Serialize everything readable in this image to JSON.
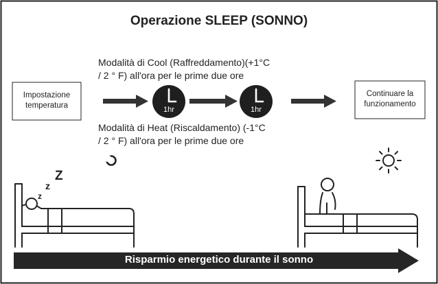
{
  "title": "Operazione SLEEP (SONNO)",
  "cool_text": {
    "line1": "Modalità di Cool (Raffreddamento)(+1°C",
    "line2": "/ 2 ° F) all'ora per le prime due ore"
  },
  "heat_text": {
    "line1": "Modalità di Heat (Riscaldamento) (-1°C",
    "line2": "/ 2 ° F) all'ora per le prime due ore"
  },
  "start_box": {
    "line1": "Impostazione",
    "line2": "temperatura"
  },
  "end_box": {
    "line1": "Continuare la",
    "line2": "funzionamento"
  },
  "timers": [
    {
      "label": "1hr"
    },
    {
      "label": "1hr"
    }
  ],
  "sleep_letters": [
    "z",
    "z",
    "Z"
  ],
  "banner": "Risparmio energetico durante il sonno",
  "icons": [
    "moon-icon",
    "sun-icon",
    "clock-icon",
    "arrow-icon",
    "bed-icon"
  ],
  "colors": {
    "arrow": "#333333",
    "banner": "#262626",
    "clock": "#1f1f1f",
    "stroke": "#222222"
  }
}
